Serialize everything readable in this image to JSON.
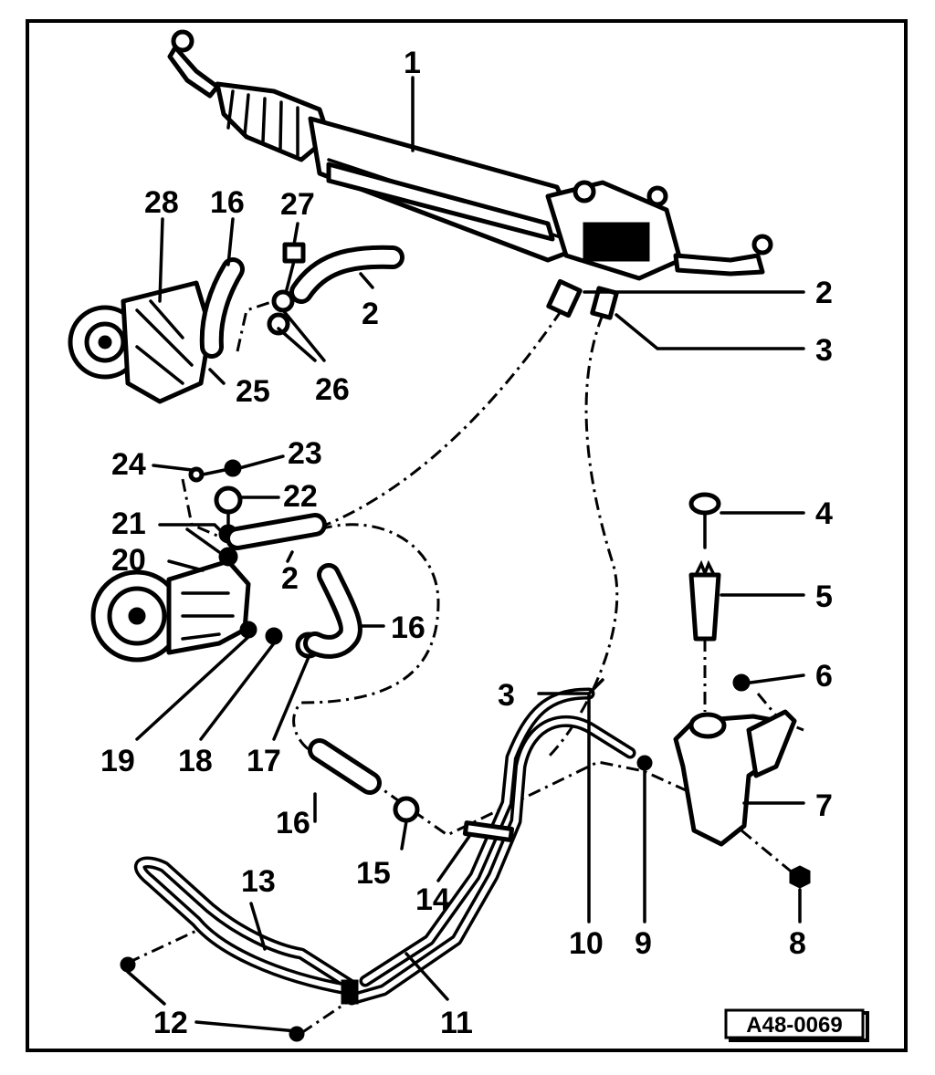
{
  "figure_code": "A48-0069",
  "callouts": [
    {
      "id": "c1",
      "text": "1"
    },
    {
      "id": "c2a",
      "text": "2"
    },
    {
      "id": "c2b",
      "text": "2"
    },
    {
      "id": "c2c",
      "text": "2"
    },
    {
      "id": "c3a",
      "text": "3"
    },
    {
      "id": "c3b",
      "text": "3"
    },
    {
      "id": "c4",
      "text": "4"
    },
    {
      "id": "c5",
      "text": "5"
    },
    {
      "id": "c6",
      "text": "6"
    },
    {
      "id": "c7",
      "text": "7"
    },
    {
      "id": "c8",
      "text": "8"
    },
    {
      "id": "c9",
      "text": "9"
    },
    {
      "id": "c10",
      "text": "10"
    },
    {
      "id": "c11",
      "text": "11"
    },
    {
      "id": "c12",
      "text": "12"
    },
    {
      "id": "c13",
      "text": "13"
    },
    {
      "id": "c14",
      "text": "14"
    },
    {
      "id": "c15",
      "text": "15"
    },
    {
      "id": "c16a",
      "text": "16"
    },
    {
      "id": "c16b",
      "text": "16"
    },
    {
      "id": "c16c",
      "text": "16"
    },
    {
      "id": "c17",
      "text": "17"
    },
    {
      "id": "c18",
      "text": "18"
    },
    {
      "id": "c19",
      "text": "19"
    },
    {
      "id": "c20",
      "text": "20"
    },
    {
      "id": "c21",
      "text": "21"
    },
    {
      "id": "c22",
      "text": "22"
    },
    {
      "id": "c23",
      "text": "23"
    },
    {
      "id": "c24",
      "text": "24"
    },
    {
      "id": "c25",
      "text": "25"
    },
    {
      "id": "c26",
      "text": "26"
    },
    {
      "id": "c27",
      "text": "27"
    },
    {
      "id": "c28",
      "text": "28"
    }
  ]
}
